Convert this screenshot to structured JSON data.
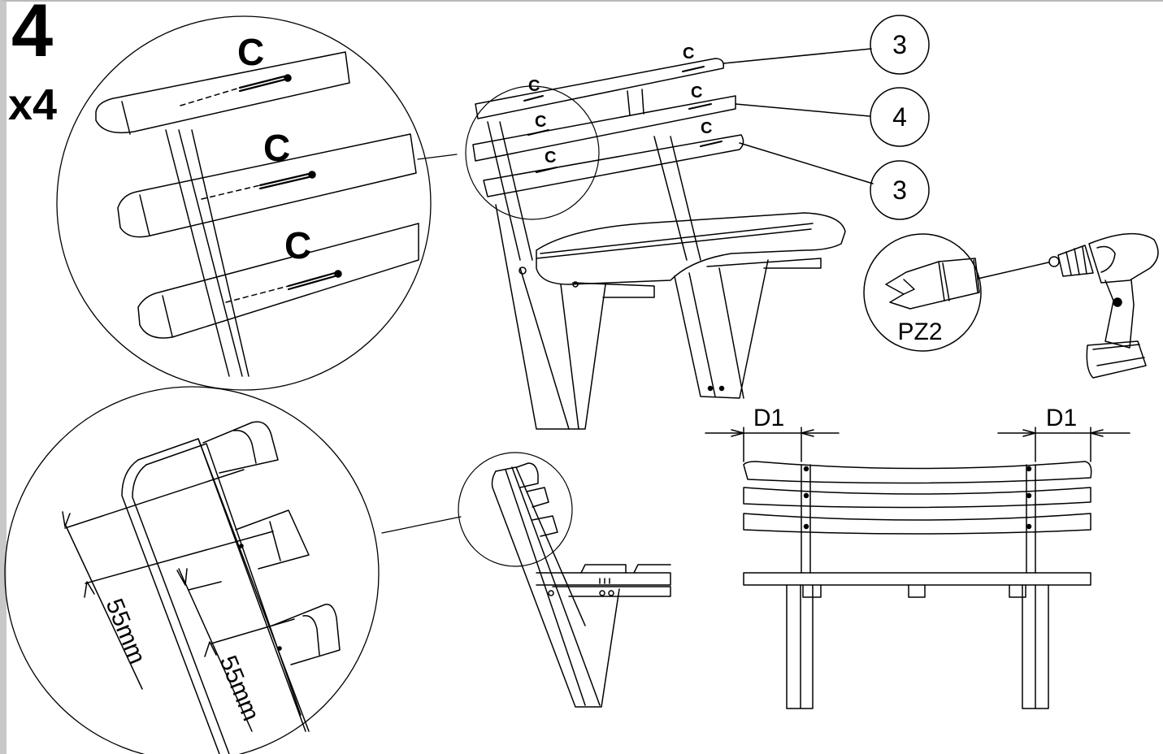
{
  "step": {
    "number": "4",
    "quantity": "x4"
  },
  "screw_label": "C",
  "callouts": [
    {
      "id": "callout-1",
      "number": "3"
    },
    {
      "id": "callout-2",
      "number": "4"
    },
    {
      "id": "callout-3",
      "number": "3"
    }
  ],
  "tool": {
    "bit_label": "PZ2",
    "icon": "cordless-drill-icon"
  },
  "dimensions": {
    "spacing_1": "55mm",
    "spacing_2": "55mm",
    "offset_left": "D1",
    "offset_right": "D1"
  },
  "colors": {
    "line": "#000000",
    "background": "#ffffff",
    "frame": "#c8c8c8"
  }
}
